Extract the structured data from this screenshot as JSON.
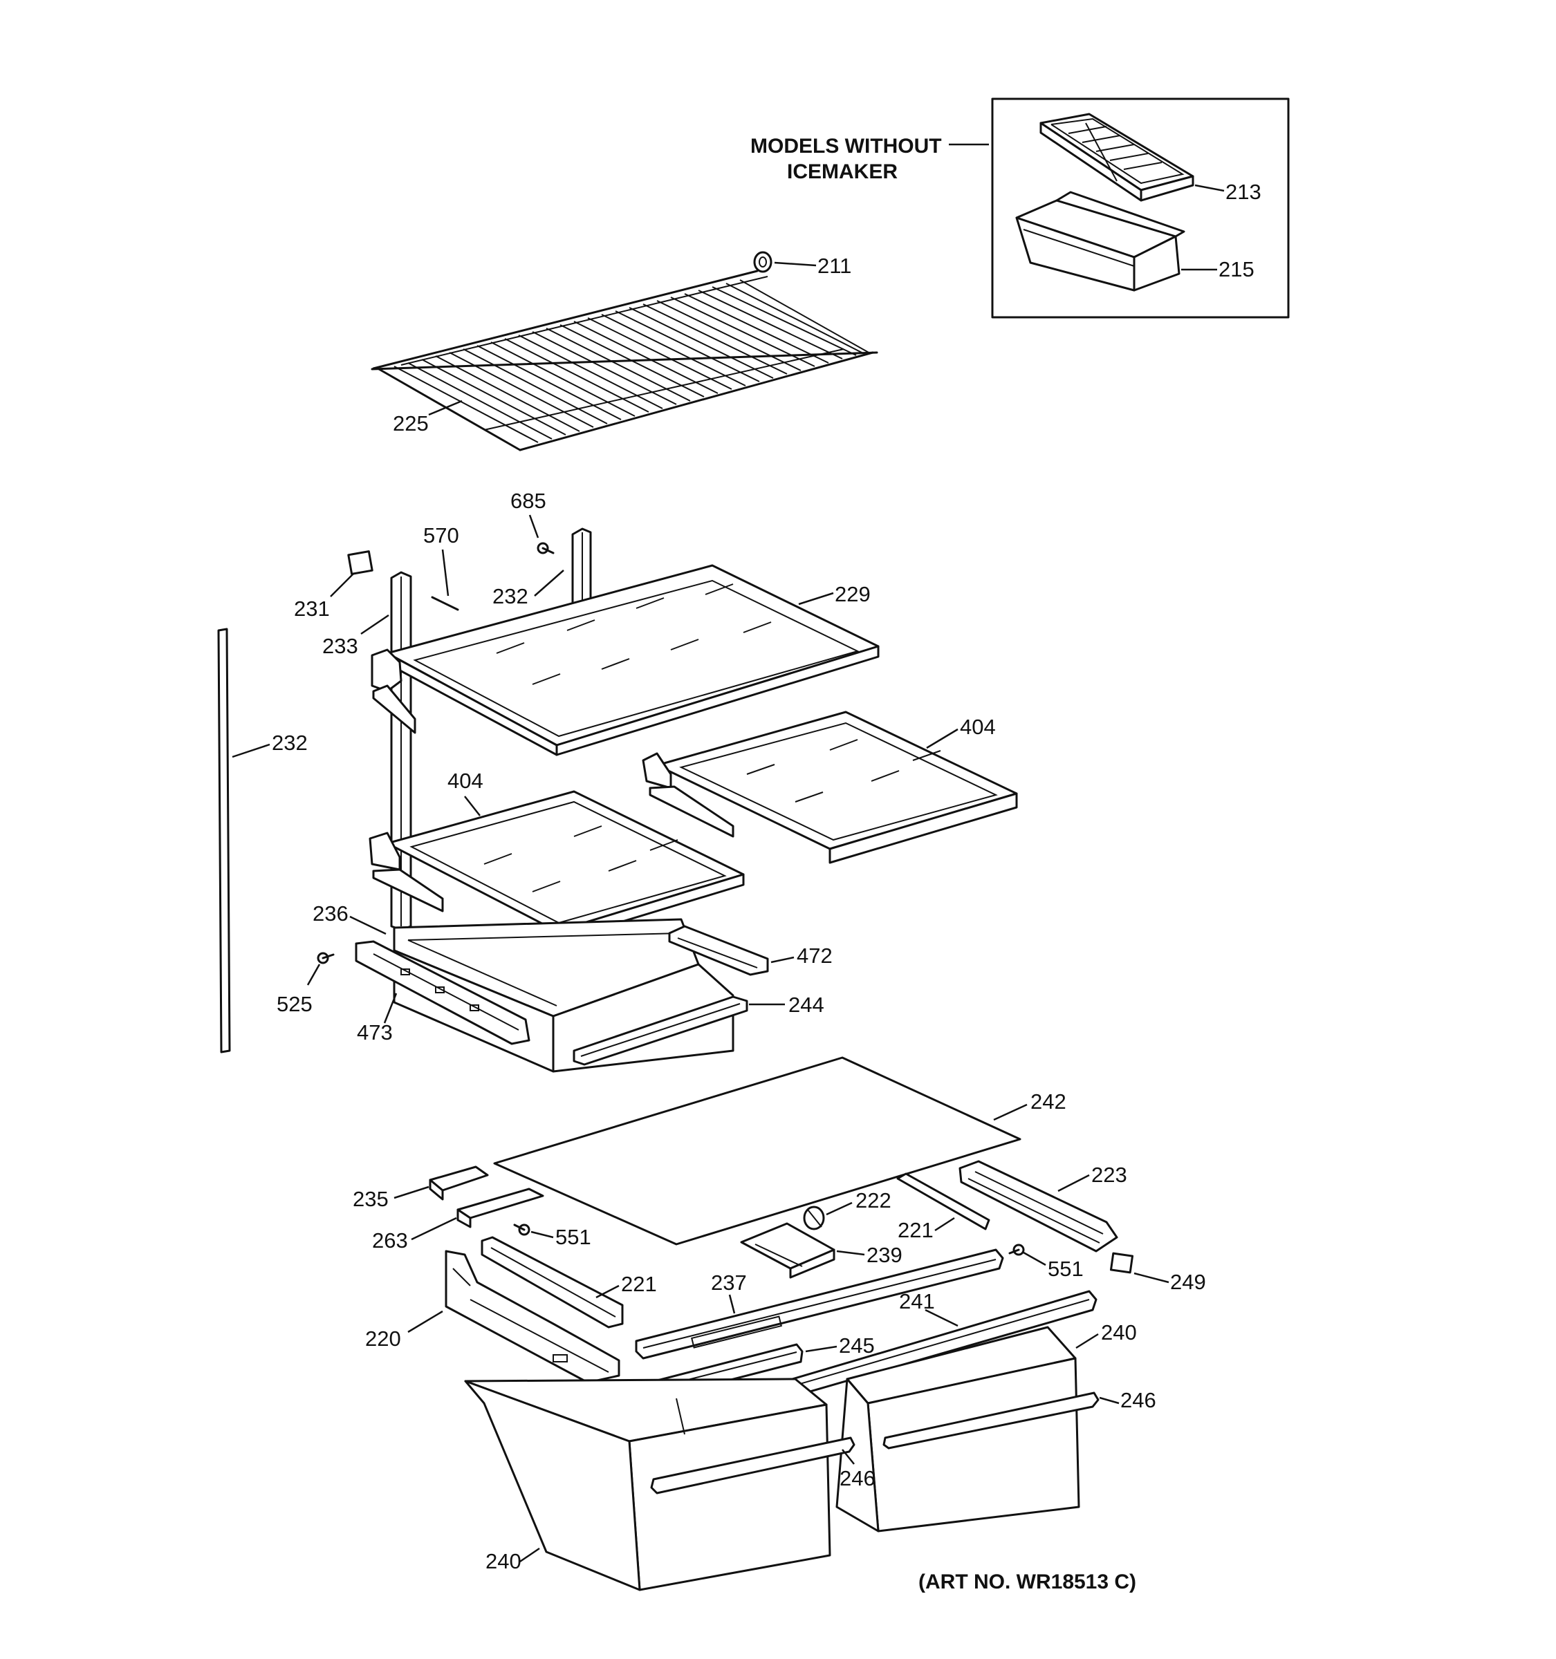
{
  "inset": {
    "heading_line1": "MODELS WITHOUT",
    "heading_line2": "ICEMAKER"
  },
  "art_number": "(ART NO. WR18513 C)",
  "callouts": {
    "c213": "213",
    "c215": "215",
    "c211": "211",
    "c225": "225",
    "c685": "685",
    "c570": "570",
    "c231": "231",
    "c232_top": "232",
    "c229": "229",
    "c233": "233",
    "c232_side": "232",
    "c404_right": "404",
    "c404_left": "404",
    "c236": "236",
    "c472": "472",
    "c525": "525",
    "c473": "473",
    "c244": "244",
    "c242": "242",
    "c223": "223",
    "c235": "235",
    "c222": "222",
    "c263": "263",
    "c221_right": "221",
    "c551_left": "551",
    "c239": "239",
    "c551_right": "551",
    "c249": "249",
    "c221_left": "221",
    "c237": "237",
    "c241": "241",
    "c220": "220",
    "c240_right": "240",
    "c245": "245",
    "c246_right": "246",
    "c246_left": "246",
    "c240_left": "240"
  }
}
